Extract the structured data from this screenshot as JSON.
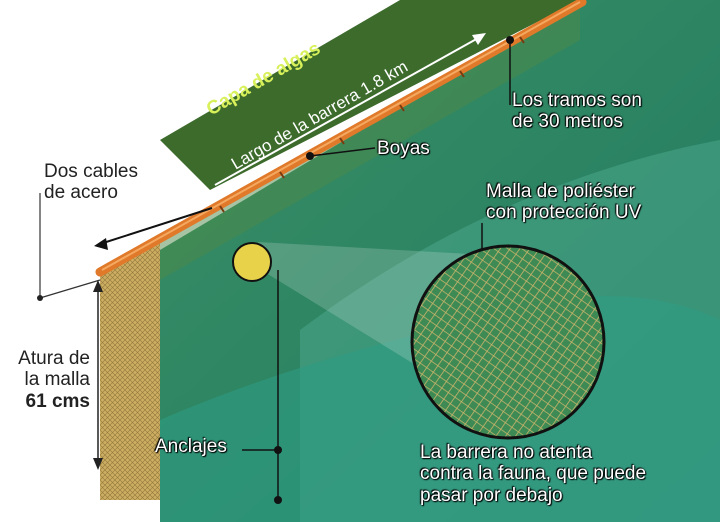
{
  "title": "Capa de algas",
  "labels": {
    "length": "Largo de la barrera 1.8 km",
    "segments_line1": "Los tramos son",
    "segments_line2": "de 30 metros",
    "buoys": "Boyas",
    "cables_line1": "Dos cables",
    "cables_line2": "de acero",
    "mesh_line1": "Malla de  poliéster",
    "mesh_line2": "con protección UV",
    "height_line1": "Atura de",
    "height_line2": "la malla",
    "height_value": "61 cms",
    "anchors": "Anclajes",
    "fauna_line1": "La  barrera no atenta",
    "fauna_line2": "contra la fauna, que puede",
    "fauna_line3": "pasar por debajo"
  },
  "colors": {
    "algae_layer": "#3f6f2f",
    "water_dark": "#2a8a6a",
    "water_light": "#5bb89a",
    "buoy_line": "#e07a2a",
    "mesh": "#d8c27a",
    "magnifier": "#e8d24a"
  }
}
